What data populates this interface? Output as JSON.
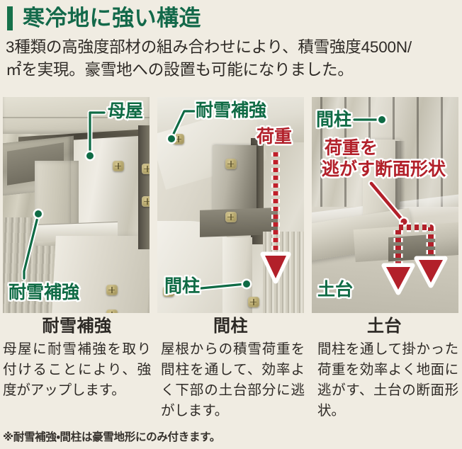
{
  "header": {
    "title": "寒冷地に強い構造",
    "accent_color": "#13694a"
  },
  "lead": {
    "line1_a": "3種類の高強度部材の組み合わせにより、積雪強度4500N/",
    "line2_a": "㎡",
    "line2_b": "を実現。豪雪地への設置も可能になりました。"
  },
  "panels": [
    {
      "id": "panel-reinforcement",
      "labels": [
        {
          "text": "母屋",
          "color": "green"
        },
        {
          "text": "耐雪補強",
          "color": "green"
        }
      ]
    },
    {
      "id": "panel-post",
      "labels": [
        {
          "text": "耐雪補強",
          "color": "green"
        },
        {
          "text": "荷重",
          "color": "red"
        },
        {
          "text": "間柱",
          "color": "green"
        }
      ]
    },
    {
      "id": "panel-base",
      "labels": [
        {
          "text": "間柱",
          "color": "green"
        },
        {
          "text": "荷重を",
          "color": "red"
        },
        {
          "text": "逃がす断面形状",
          "color": "red"
        },
        {
          "text": "土台",
          "color": "green"
        }
      ]
    }
  ],
  "captions": [
    {
      "heading": "耐雪補強",
      "body": "母屋に耐雪補強を取り付けることにより、強度がアップします。"
    },
    {
      "heading": "間柱",
      "body": "屋根からの積雪荷重を間柱を通して、効率よく下部の土台部分に逃がします。"
    },
    {
      "heading": "土台",
      "body": "間柱を通して掛かった荷重を効率よく地面に逃がす、土台の断面形状。"
    }
  ],
  "footnote": {
    "text": "※耐雪補強・間柱は豪雪地形にのみ付きます。"
  },
  "colors": {
    "background": "#f0ece2",
    "green": "#0f6b45",
    "red": "#b2202a",
    "text": "#2e2a26"
  }
}
